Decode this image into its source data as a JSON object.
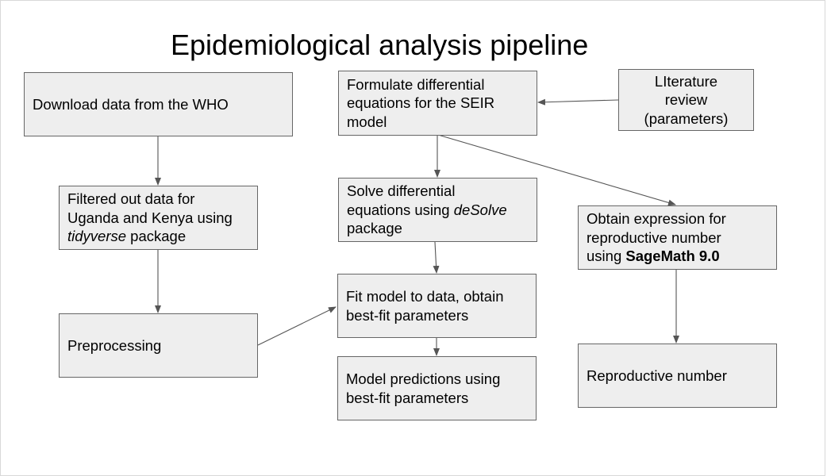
{
  "title": "Epidemiological analysis pipeline",
  "colors": {
    "box_fill": "#eeeeee",
    "box_border": "#666666",
    "arrow": "#555555"
  },
  "boxes": {
    "download": {
      "line1": "Download data  from the WHO"
    },
    "filter": {
      "line1": "Filtered out data for",
      "line2": "Uganda and Kenya using",
      "line3_italic": "tidyverse",
      "line3_rest": " package"
    },
    "preprocessing": {
      "line1": "Preprocessing"
    },
    "formulate": {
      "line1": "Formulate differential",
      "line2": "equations for the SEIR",
      "line3": "model"
    },
    "literature": {
      "line1": "LIterature",
      "line2": "review",
      "line3": "(parameters)"
    },
    "solve": {
      "line1": "Solve differential",
      "line2_prefix": "equations using ",
      "line2_italic": "deSolve",
      "line3": "package"
    },
    "fit": {
      "line1": "Fit model to data, obtain",
      "line2": "best-fit parameters"
    },
    "predictions": {
      "line1": "Model predictions using",
      "line2": "best-fit parameters"
    },
    "obtain": {
      "line1": "Obtain expression for",
      "line2": "reproductive number",
      "line3_prefix": "using ",
      "line3_bold": "SageMath 9.0"
    },
    "reproductive": {
      "line1": "Reproductive number"
    }
  }
}
